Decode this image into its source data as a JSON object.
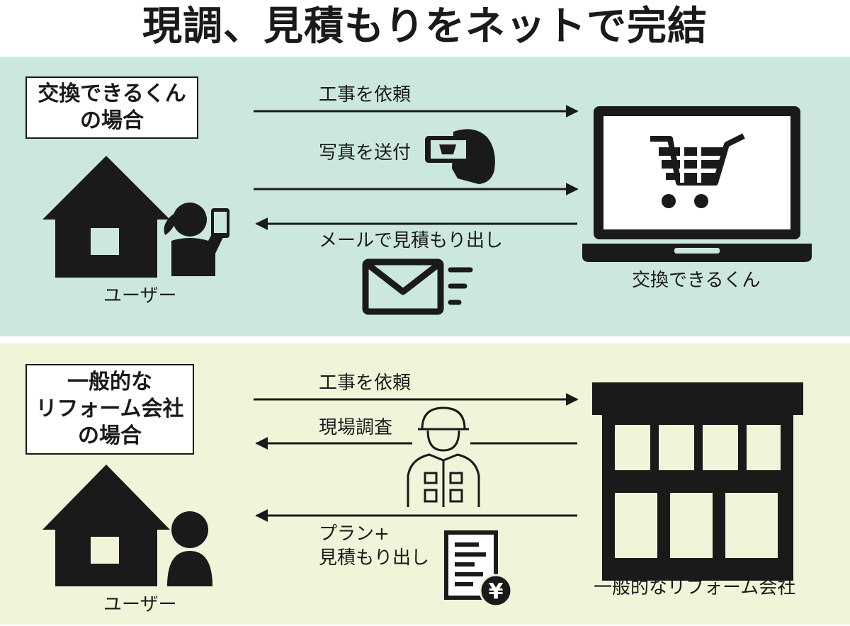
{
  "title": "現調、見積もりをネットで完結",
  "colors": {
    "top_panel_bg": "#cce8dc",
    "bottom_panel_bg": "#f0f4d8",
    "ink": "#1a1a1a"
  },
  "top": {
    "case_lines": [
      "交換できるくん",
      "の場合"
    ],
    "user_label": "ユーザー",
    "vendor_label": "交換できるくん",
    "steps": [
      "工事を依頼",
      "写真を送付",
      "メールで見積もり出し"
    ]
  },
  "bottom": {
    "case_lines": [
      "一般的な",
      "リフォーム会社",
      "の場合"
    ],
    "user_label": "ユーザー",
    "vendor_label": "一般的なリフォーム会社",
    "steps": [
      "工事を依頼",
      "現場調査"
    ],
    "estimate_lines": [
      "プラン+",
      "見積もり出し"
    ],
    "yen_symbol": "¥"
  },
  "icons": [
    "house-icon",
    "woman-phone-icon",
    "laptop-cart-icon",
    "phone-photo-icon",
    "envelope-icon",
    "person-icon",
    "store-building-icon",
    "worker-icon",
    "document-yen-icon",
    "arrow-right-icon",
    "arrow-left-icon"
  ]
}
